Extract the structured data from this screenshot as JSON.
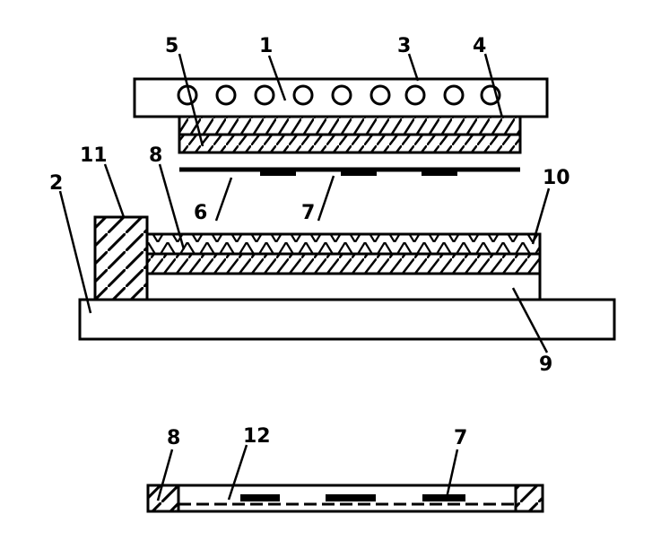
{
  "labels": {
    "upper_plate": "1",
    "base": "2",
    "heater_holes": "3",
    "upper_layer_4": "4",
    "upper_layer_5": "5",
    "film_6": "6",
    "electrodes_7": "7",
    "layer_8": "8",
    "layer_9": "9",
    "layer_10": "10",
    "block_11": "11",
    "result_8": "8",
    "result_12": "12",
    "result_7": "7"
  },
  "colors": {
    "ink": "#000000",
    "paper": "#ffffff"
  }
}
